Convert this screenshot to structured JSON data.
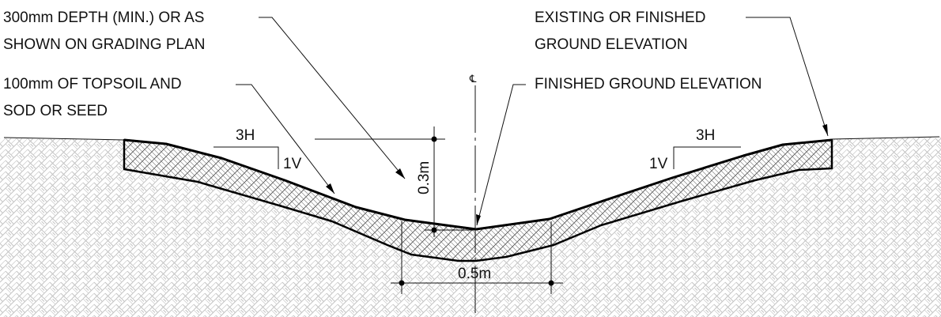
{
  "diagram": {
    "callouts": {
      "depth_line1": "300mm DEPTH (MIN.) OR AS",
      "depth_line2": "SHOWN ON GRADING PLAN",
      "topsoil_line1": "100mm OF TOPSOIL AND",
      "topsoil_line2": "SOD OR SEED",
      "existing_line1": "EXISTING OR FINISHED",
      "existing_line2": "GROUND ELEVATION",
      "finished": "FINISHED GROUND ELEVATION"
    },
    "centerline_symbol": "℄",
    "slope_left": {
      "horizontal": "3H",
      "vertical": "1V"
    },
    "slope_right": {
      "horizontal": "3H",
      "vertical": "1V"
    },
    "dimensions": {
      "depth": "0.3m",
      "bottom_width": "0.5m"
    },
    "colors": {
      "line": "#000000",
      "hatch": "#c4c4c4",
      "background": "#ffffff"
    }
  }
}
